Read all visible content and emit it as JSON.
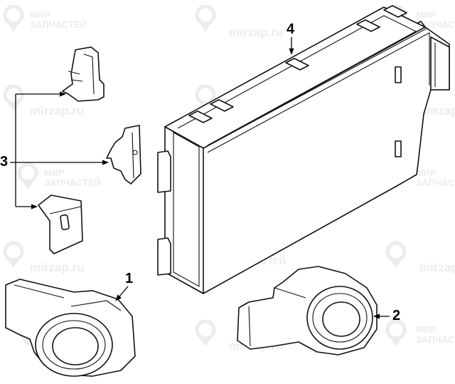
{
  "watermark": {
    "brand_line1": "МИР",
    "brand_line2": "ЗАПЧАСТЕЙ",
    "url": "mirzap.ru",
    "color": "#ececec"
  },
  "callouts": {
    "c1": "1",
    "c2": "2",
    "c3": "3",
    "c4": "4"
  }
}
